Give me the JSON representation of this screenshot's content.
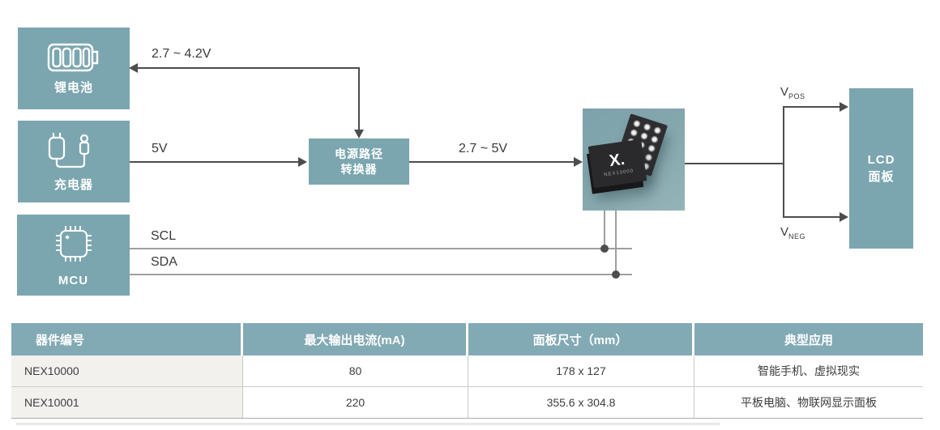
{
  "diagram": {
    "boxes": {
      "battery": {
        "label": "锂电池"
      },
      "charger": {
        "label": "充电器"
      },
      "mcu": {
        "label": "MCU"
      },
      "converter": {
        "line1": "电源路径",
        "line2": "转换器"
      },
      "lcd": {
        "line1": "LCD",
        "line2": "面板"
      }
    },
    "chip": {
      "logo": "X.",
      "part": "NEX10000"
    },
    "labels": {
      "battery_rail": "2.7 ~ 4.2V",
      "charger_rail": "5V",
      "converter_out": "2.7 ~ 5V",
      "scl": "SCL",
      "sda": "SDA",
      "vpos": {
        "base": "V",
        "sub": "POS"
      },
      "vneg": {
        "base": "V",
        "sub": "NEG"
      }
    },
    "colors": {
      "box_teal": "#7BA6B0",
      "table_header_teal": "#82AAB4",
      "line_dark": "#4d4d4d",
      "line_gray": "#9f9f9f"
    }
  },
  "table": {
    "headers": [
      "器件编号",
      "最大输出电流(mA)",
      "面板尺寸（mm）",
      "典型应用"
    ],
    "rows": [
      {
        "part": "NEX10000",
        "current": "80",
        "size": "178 x 127",
        "apps": "智能手机、虚拟现实"
      },
      {
        "part": "NEX10001",
        "current": "220",
        "size": "355.6 x 304.8",
        "apps": "平板电脑、物联网显示面板"
      }
    ]
  }
}
